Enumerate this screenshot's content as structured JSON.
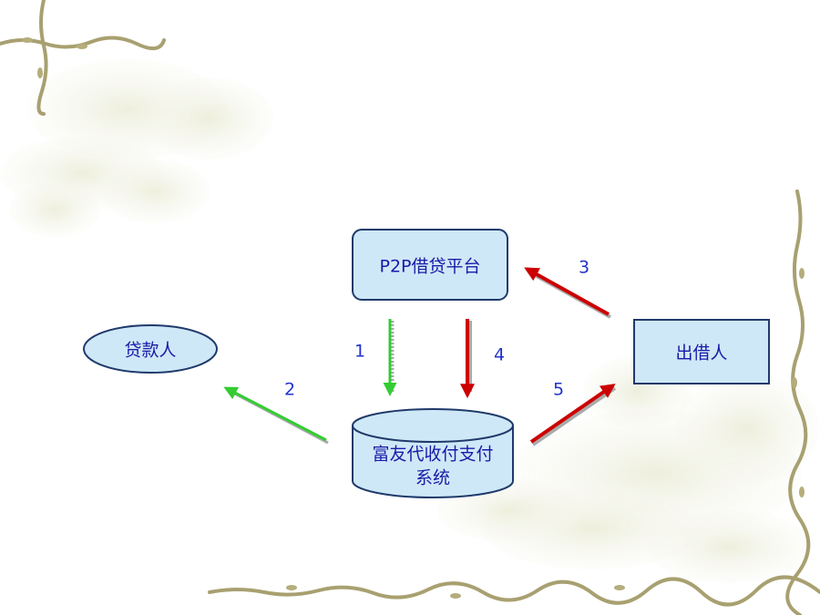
{
  "nodes": {
    "platform": {
      "label": "P2P借贷平台"
    },
    "borrower": {
      "label": "贷款人"
    },
    "lender": {
      "label": "出借人"
    },
    "payment_system": {
      "label_line1": "富友代收付支付",
      "label_line2": "系统"
    }
  },
  "edges": [
    {
      "number": "1",
      "from": "platform",
      "to": "payment_system",
      "color": "#33cc33"
    },
    {
      "number": "2",
      "from": "payment_system",
      "to": "borrower",
      "color": "#33cc33"
    },
    {
      "number": "3",
      "from": "lender",
      "to": "platform",
      "color": "#cc0000"
    },
    {
      "number": "4",
      "from": "platform",
      "to": "payment_system",
      "color": "#cc0000"
    },
    {
      "number": "5",
      "from": "payment_system",
      "to": "lender",
      "color": "#cc0000"
    }
  ],
  "colors": {
    "node_fill": "#cfe8f7",
    "node_stroke": "#1f3a6b",
    "text": "#1a1aa8",
    "edge_label": "#2233cc",
    "vine": "#a8a070"
  }
}
